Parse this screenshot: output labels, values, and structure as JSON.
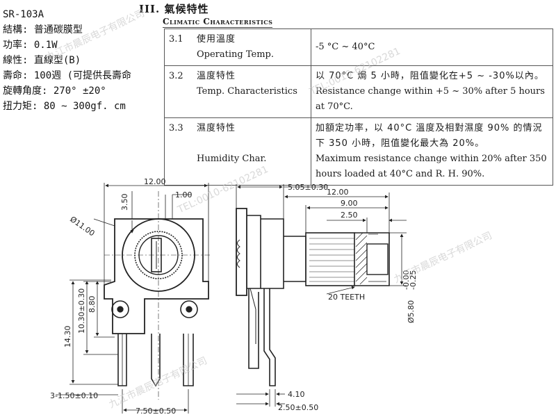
{
  "specs": {
    "model": "SR-103A",
    "structure": "結構:  普通碳膜型",
    "power": "功率:  0.1W",
    "taper": "線性:  直線型(B)",
    "life": "壽命:  100週 (可提供長壽命",
    "rotation": "旋轉角度:  270° ±20°",
    "torque": "扭力矩:  80 ~ 300gf. cm"
  },
  "section": {
    "title": "III. 氣候特性",
    "subtitle": "Climatic Characteristics"
  },
  "table": {
    "rows": [
      {
        "num": "3.1",
        "name_zh": "使用溫度",
        "name_en": "Operating Temp.",
        "value_zh": "",
        "value_en": "-5 °C ~ 40°C"
      },
      {
        "num": "3.2",
        "name_zh": "溫度特性",
        "name_en": "Temp. Characteristics",
        "value_zh": "以 70°C 焗 5 小時，阻值變化在+5 ~ -30%以內。",
        "value_en": "Resistance change within +5 ~ 30% after 5 hours at 70°C."
      },
      {
        "num": "3.3",
        "name_zh": "濕度特性",
        "name_en": "Humidity Char.",
        "value_zh": "加額定功率，以 40°C 溫度及相對濕度 90% 的情況下 350 小時，阻值變化最大為 20%。",
        "value_en": "Maximum resistance change within 20% after 350 hours loaded at 40°C and R. H. 90%."
      }
    ]
  },
  "drawing": {
    "front": {
      "width": "12.00",
      "top_offset": "1.00",
      "height_small": "3.50",
      "diameter": "Ø11.00",
      "h1": "8.80",
      "h2": "10.30±0.30",
      "h3": "14.30",
      "pin": "3-1.50±0.10",
      "pitch": "7.50±0.50"
    },
    "side": {
      "d1": "5.05±0.30",
      "d2": "12.00",
      "d3": "9.00",
      "d4": "2.50",
      "teeth": "20 TEETH",
      "shaft_dia": "Ø5.80",
      "tol_upper": "-0.00",
      "tol_lower": "-0.25",
      "d5": "4.10",
      "d6": "2.50±0.50"
    }
  },
  "watermark": {
    "company": "九江市晨辰电子有限公司",
    "tel": "TEL:0010-62102281"
  }
}
